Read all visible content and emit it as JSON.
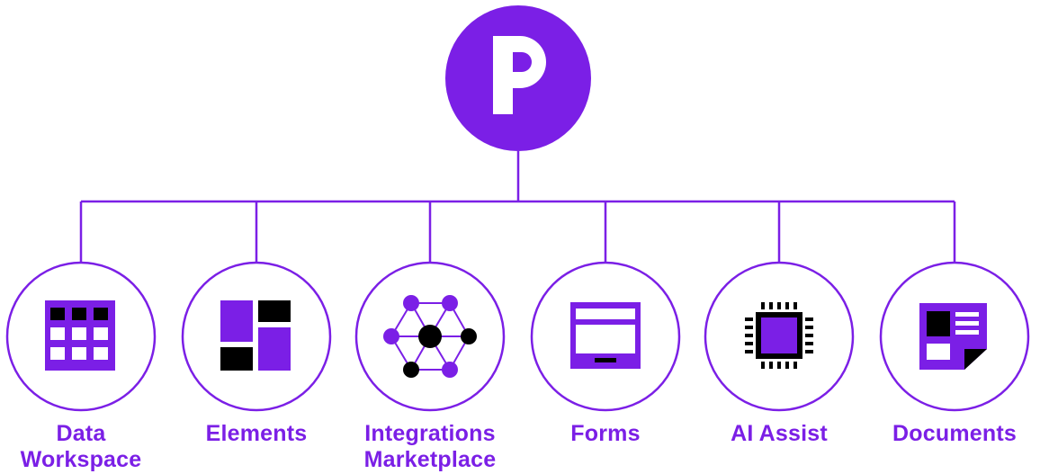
{
  "root": {
    "logo_icon": "p-logo-icon",
    "color": "#7b1fe6"
  },
  "products": [
    {
      "label": "Data\nWorkspace",
      "icon": "data-grid-icon"
    },
    {
      "label": "Elements",
      "icon": "layout-blocks-icon"
    },
    {
      "label": "Integrations\nMarketplace",
      "icon": "network-nodes-icon"
    },
    {
      "label": "Forms",
      "icon": "form-window-icon"
    },
    {
      "label": "AI Assist",
      "icon": "chip-icon"
    },
    {
      "label": "Documents",
      "icon": "document-icon"
    }
  ],
  "colors": {
    "accent": "#7b1fe6",
    "dark": "#000000",
    "light": "#ffffff"
  }
}
